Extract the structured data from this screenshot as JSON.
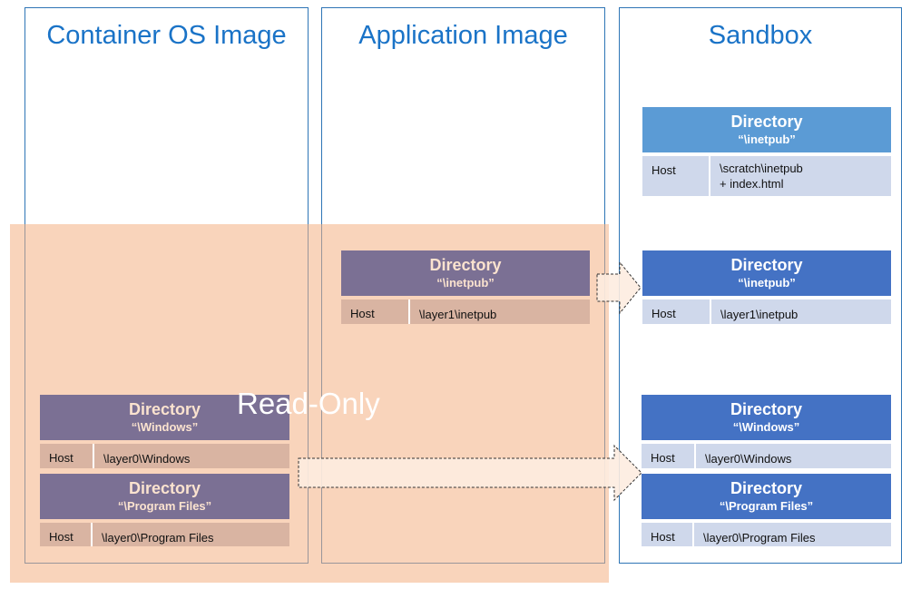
{
  "columns": {
    "container_os": "Container OS Image",
    "application": "Application Image",
    "sandbox": "Sandbox"
  },
  "read_only_label": "Read-Only",
  "cards": {
    "os_windows": {
      "directory": "Directory",
      "path": "“\\Windows”",
      "key": "Host",
      "value": "\\layer0\\Windows"
    },
    "os_program_files": {
      "directory": "Directory",
      "path": "“\\Program Files”",
      "key": "Host",
      "value": "\\layer0\\Program Files"
    },
    "app_inetpub": {
      "directory": "Directory",
      "path": "“\\inetpub”",
      "key": "Host",
      "value": "\\layer1\\inetpub"
    },
    "sb_scratch": {
      "directory": "Directory",
      "path": "“\\inetpub”",
      "key": "Host",
      "value": "\\scratch\\inetpub\n+ index.html"
    },
    "sb_inetpub": {
      "directory": "Directory",
      "path": "“\\inetpub”",
      "key": "Host",
      "value": "\\layer1\\inetpub"
    },
    "sb_windows": {
      "directory": "Directory",
      "path": "“\\Windows”",
      "key": "Host",
      "value": "\\layer0\\Windows"
    },
    "sb_program_files": {
      "directory": "Directory",
      "path": "“\\Program Files”",
      "key": "Host",
      "value": "\\layer0\\Program Files"
    }
  },
  "colors": {
    "border": "#2e75b6",
    "title": "#1a73c7",
    "overlay": "#f4b183",
    "purple_header": "#7b7094",
    "blue_header": "#4472c4",
    "lightblue_header": "#5b9bd5",
    "tan_row": "#d9b4a2",
    "blue_row": "#cfd8eb"
  }
}
